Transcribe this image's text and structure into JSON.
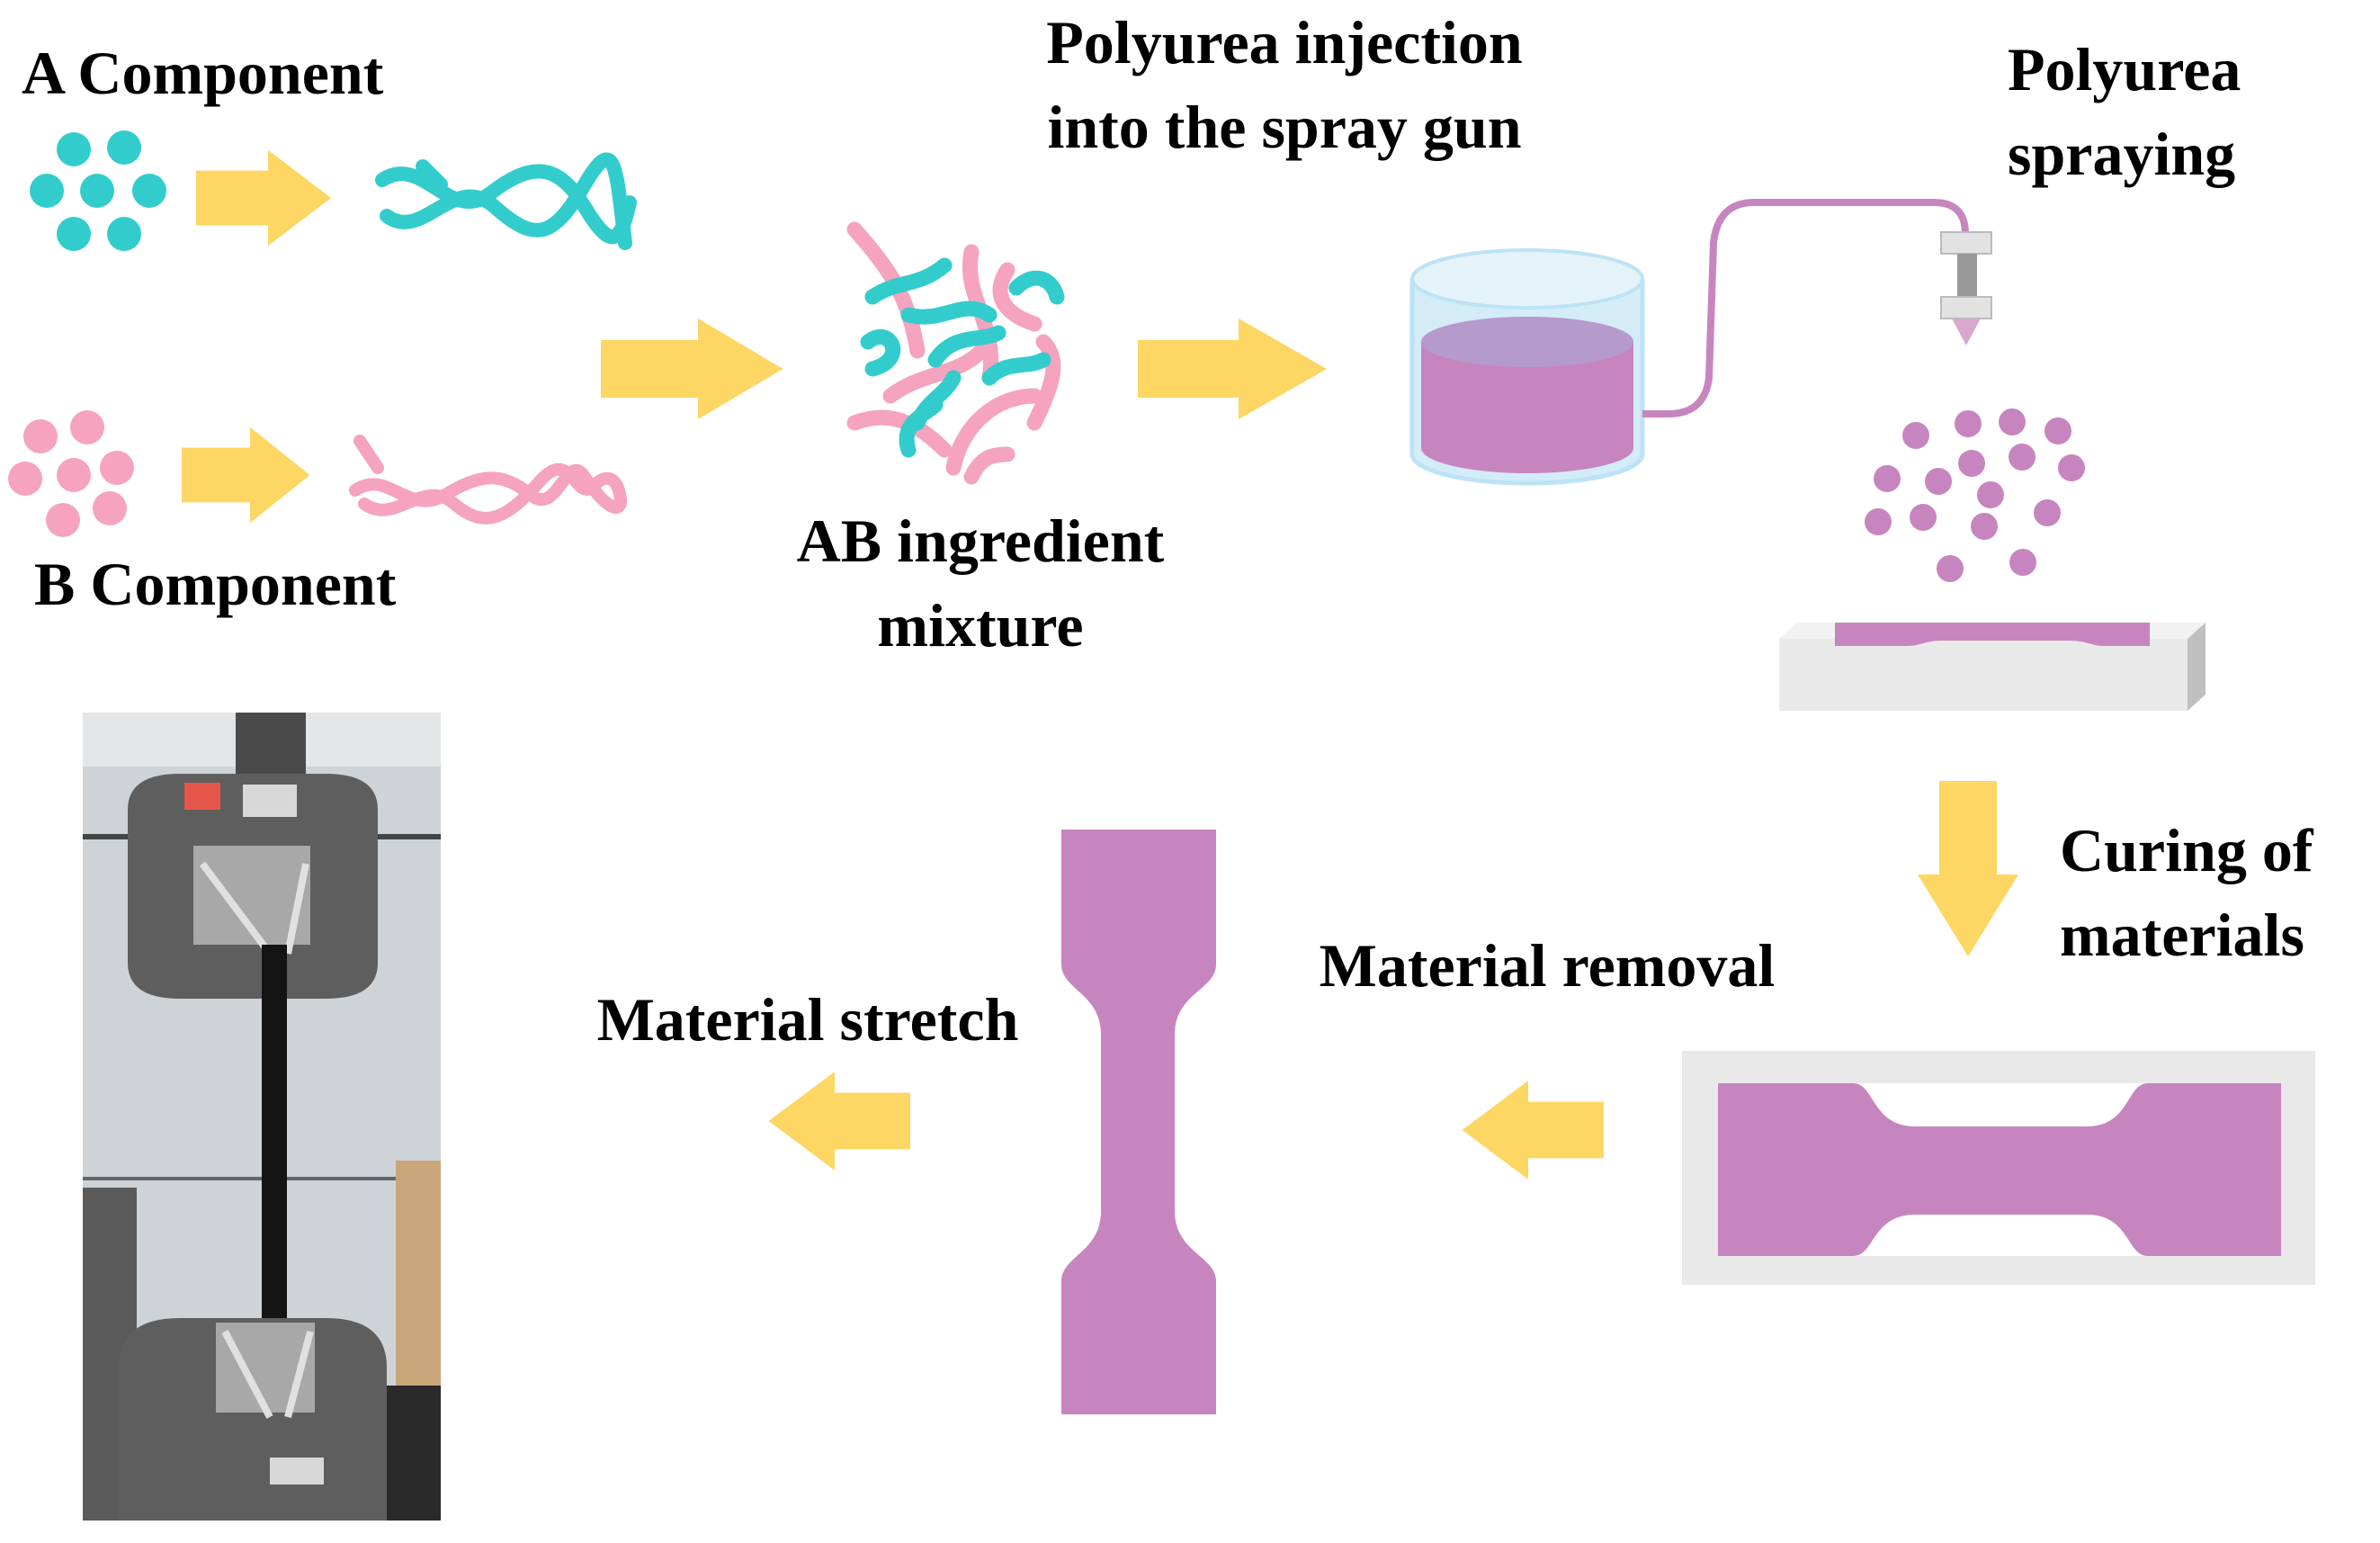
{
  "labels": {
    "a_component": "A Component",
    "b_component": "B Component",
    "ab_mixture_line1": "AB ingredient",
    "ab_mixture_line2": "mixture",
    "injection_line1": "Polyurea injection",
    "injection_line2": "into the spray gun",
    "spraying_line1": "Polyurea",
    "spraying_line2": "spraying",
    "curing_line1": "Curing of",
    "curing_line2": "materials",
    "removal": "Material removal",
    "stretch": "Material stretch"
  },
  "colors": {
    "component_a": "#33CCCC",
    "component_b": "#F5A3BE",
    "polyurea": "#C785BF",
    "arrow": "#FDD663",
    "liquid_container": "#BCE3F5",
    "mold": "#E9E9E9"
  },
  "icons": {
    "a_particles": "particle-cluster-icon",
    "a_chain": "polymer-chain-icon",
    "b_particles": "particle-cluster-icon",
    "b_chain": "polymer-chain-icon",
    "mixture": "tangled-chains-icon",
    "container": "liquid-container-icon",
    "spray_gun": "spray-nozzle-icon",
    "spray": "spray-droplets-icon",
    "sprayed_mold": "mold-plate-icon",
    "cured_mold": "mold-with-specimen-icon",
    "specimen": "dogbone-specimen-icon",
    "tensile_test": "tensile-test-photo"
  }
}
